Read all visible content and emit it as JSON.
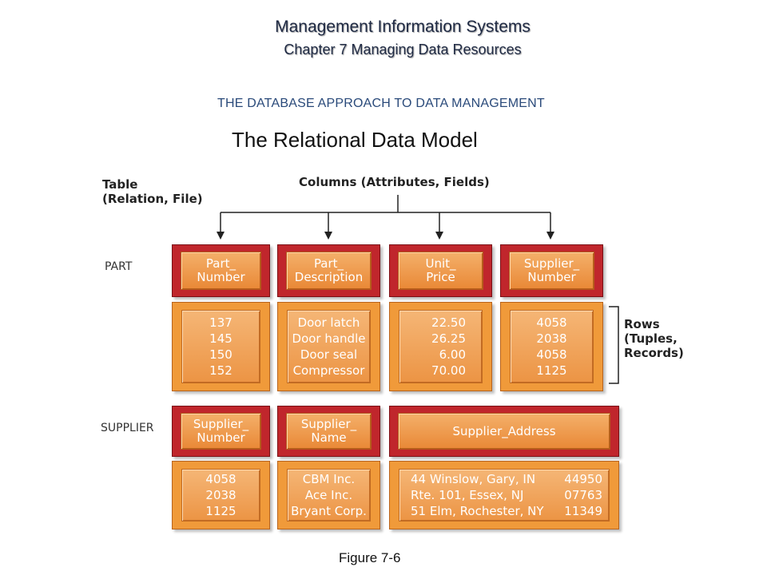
{
  "header": {
    "line1": "Management Information Systems",
    "line2": "Chapter 7 Managing Data Resources"
  },
  "section_title": "THE DATABASE APPROACH TO DATA MANAGEMENT",
  "model_title": "The Relational Data Model",
  "labels": {
    "table": "Table\n(Relation, File)",
    "columns": "Columns (Attributes, Fields)",
    "rows": "Rows\n(Tuples,\nRecords)"
  },
  "part": {
    "name": "PART",
    "fields": [
      "Part_\nNumber",
      "Part_\nDescription",
      "Unit_\nPrice",
      "Supplier_\nNumber"
    ],
    "rows": [
      [
        "137",
        "Door latch",
        "22.50",
        "4058"
      ],
      [
        "145",
        "Door handle",
        "26.25",
        "2038"
      ],
      [
        "150",
        "Door seal",
        "6.00",
        "4058"
      ],
      [
        "152",
        "Compressor",
        "70.00",
        "1125"
      ]
    ]
  },
  "supplier": {
    "name": "SUPPLIER",
    "fields": [
      "Supplier_\nNumber",
      "Supplier_\nName",
      "Supplier_Address"
    ],
    "rows": [
      [
        "4058",
        "CBM Inc.",
        "44 Winslow, Gary, IN",
        "44950"
      ],
      [
        "2038",
        "Ace Inc.",
        "Rte. 101, Essex, NJ",
        "07763"
      ],
      [
        "1125",
        "Bryant Corp.",
        "51 Elm, Rochester, NY",
        "11349"
      ]
    ]
  },
  "figure_caption": "Figure 7-6"
}
